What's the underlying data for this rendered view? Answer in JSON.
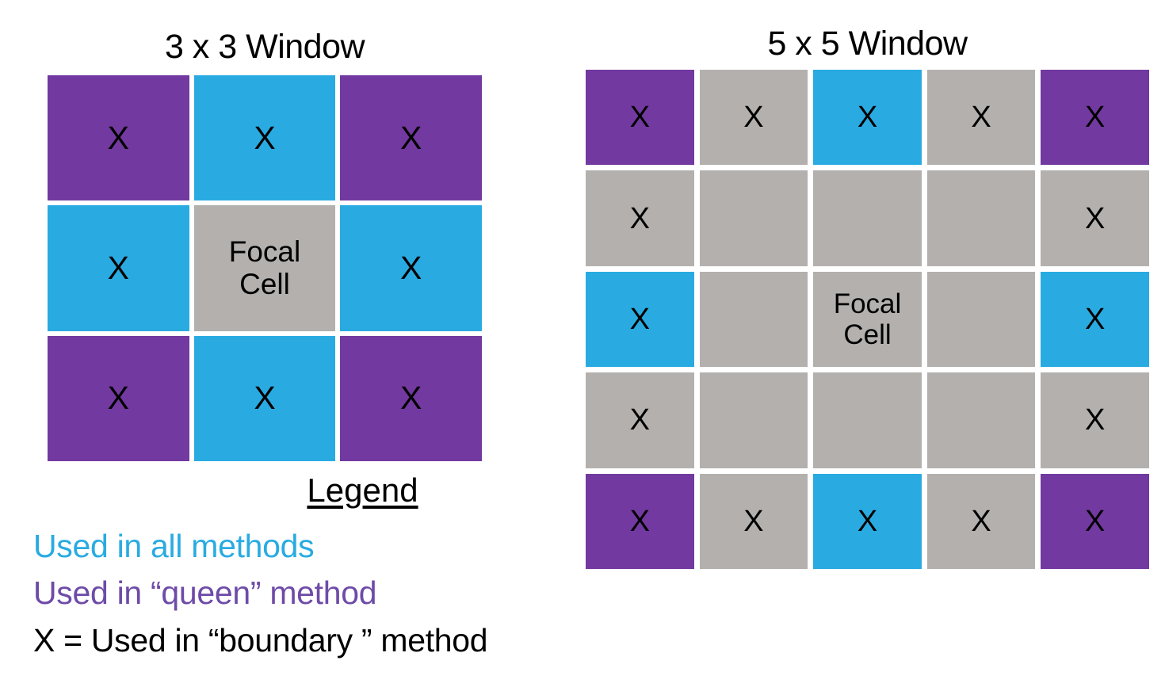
{
  "figure": {
    "focal_label": "Focal\nCell",
    "x_mark": "X"
  },
  "panels": [
    {
      "id": "window-3x3",
      "title": "3 x 3 Window",
      "rows": 3,
      "cols": 3,
      "cells": [
        {
          "color": "purple",
          "text": "X"
        },
        {
          "color": "blue",
          "text": "X"
        },
        {
          "color": "purple",
          "text": "X"
        },
        {
          "color": "blue",
          "text": "X"
        },
        {
          "color": "gray",
          "text": "Focal\nCell"
        },
        {
          "color": "blue",
          "text": "X"
        },
        {
          "color": "purple",
          "text": "X"
        },
        {
          "color": "blue",
          "text": "X"
        },
        {
          "color": "purple",
          "text": "X"
        }
      ]
    },
    {
      "id": "window-5x5",
      "title": "5 x 5 Window",
      "rows": 5,
      "cols": 5,
      "cells": [
        {
          "color": "purple",
          "text": "X"
        },
        {
          "color": "gray",
          "text": "X"
        },
        {
          "color": "blue",
          "text": "X"
        },
        {
          "color": "gray",
          "text": "X"
        },
        {
          "color": "purple",
          "text": "X"
        },
        {
          "color": "gray",
          "text": "X"
        },
        {
          "color": "gray",
          "text": ""
        },
        {
          "color": "gray",
          "text": ""
        },
        {
          "color": "gray",
          "text": ""
        },
        {
          "color": "gray",
          "text": "X"
        },
        {
          "color": "blue",
          "text": "X"
        },
        {
          "color": "gray",
          "text": ""
        },
        {
          "color": "gray",
          "text": "Focal\nCell"
        },
        {
          "color": "gray",
          "text": ""
        },
        {
          "color": "blue",
          "text": "X"
        },
        {
          "color": "gray",
          "text": "X"
        },
        {
          "color": "gray",
          "text": ""
        },
        {
          "color": "gray",
          "text": ""
        },
        {
          "color": "gray",
          "text": ""
        },
        {
          "color": "gray",
          "text": "X"
        },
        {
          "color": "purple",
          "text": "X"
        },
        {
          "color": "gray",
          "text": "X"
        },
        {
          "color": "blue",
          "text": "X"
        },
        {
          "color": "gray",
          "text": "X"
        },
        {
          "color": "purple",
          "text": "X"
        }
      ]
    }
  ],
  "legend": {
    "heading": "Legend",
    "entries": [
      {
        "text": "Used in all methods",
        "color": "#29ABE2"
      },
      {
        "text": "Used in “queen” method",
        "color": "#6E4BA8"
      },
      {
        "text": "X = Used in “boundary ” method",
        "color": "#000000"
      }
    ]
  },
  "colors": {
    "blue": "#29ABE2",
    "purple": "#7239A0",
    "gray": "#B3B0AE",
    "legend_purple": "#6E4BA8",
    "black": "#000000",
    "background": "#FFFFFF"
  }
}
